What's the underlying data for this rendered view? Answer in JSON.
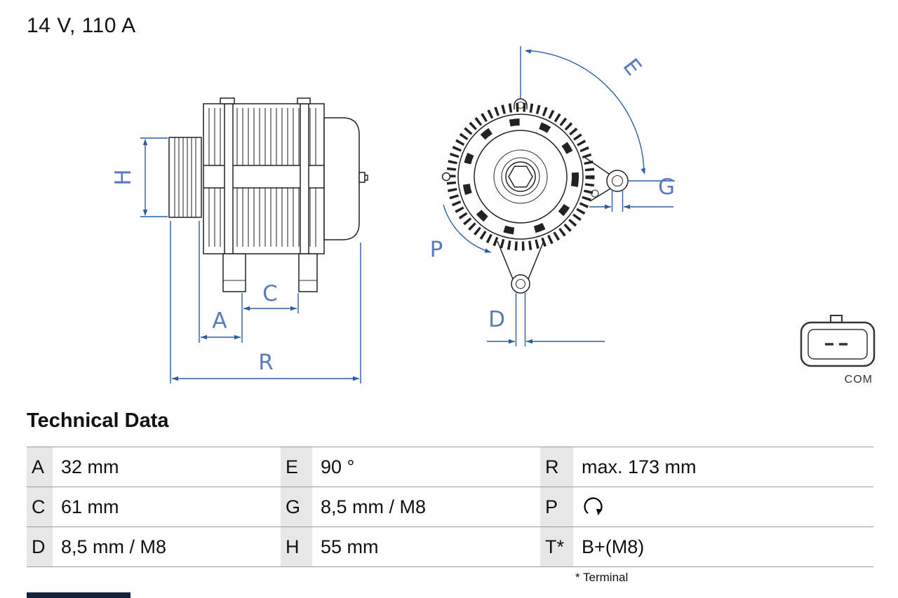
{
  "header": {
    "spec": "14 V, 110 A"
  },
  "diagram": {
    "dimension_labels": {
      "H": "H",
      "A": "A",
      "C": "C",
      "R": "R",
      "E": "E",
      "G": "G",
      "P": "P",
      "D": "D"
    },
    "connector": {
      "label": "COM"
    }
  },
  "technical_data": {
    "title": "Technical Data",
    "rows": [
      [
        {
          "key": "A",
          "value": "32 mm"
        },
        {
          "key": "E",
          "value": "90 °"
        },
        {
          "key": "R",
          "value": "max. 173 mm"
        }
      ],
      [
        {
          "key": "C",
          "value": "61 mm"
        },
        {
          "key": "G",
          "value": "8,5 mm / M8"
        },
        {
          "key": "P",
          "value": "",
          "icon": "rotation-direction-icon"
        }
      ],
      [
        {
          "key": "D",
          "value": "8,5 mm / M8"
        },
        {
          "key": "H",
          "value": "55 mm"
        },
        {
          "key": "T*",
          "value": "B+(M8)"
        }
      ]
    ],
    "footnote": "* Terminal"
  },
  "colors": {
    "dimension_line": "#2B5CA8",
    "dimension_label": "#5B79BE",
    "drawing_line": "#222222",
    "table_key_bg": "#E7E7E7",
    "table_border": "#9A9A9A",
    "bottom_bar": "#16233E"
  }
}
